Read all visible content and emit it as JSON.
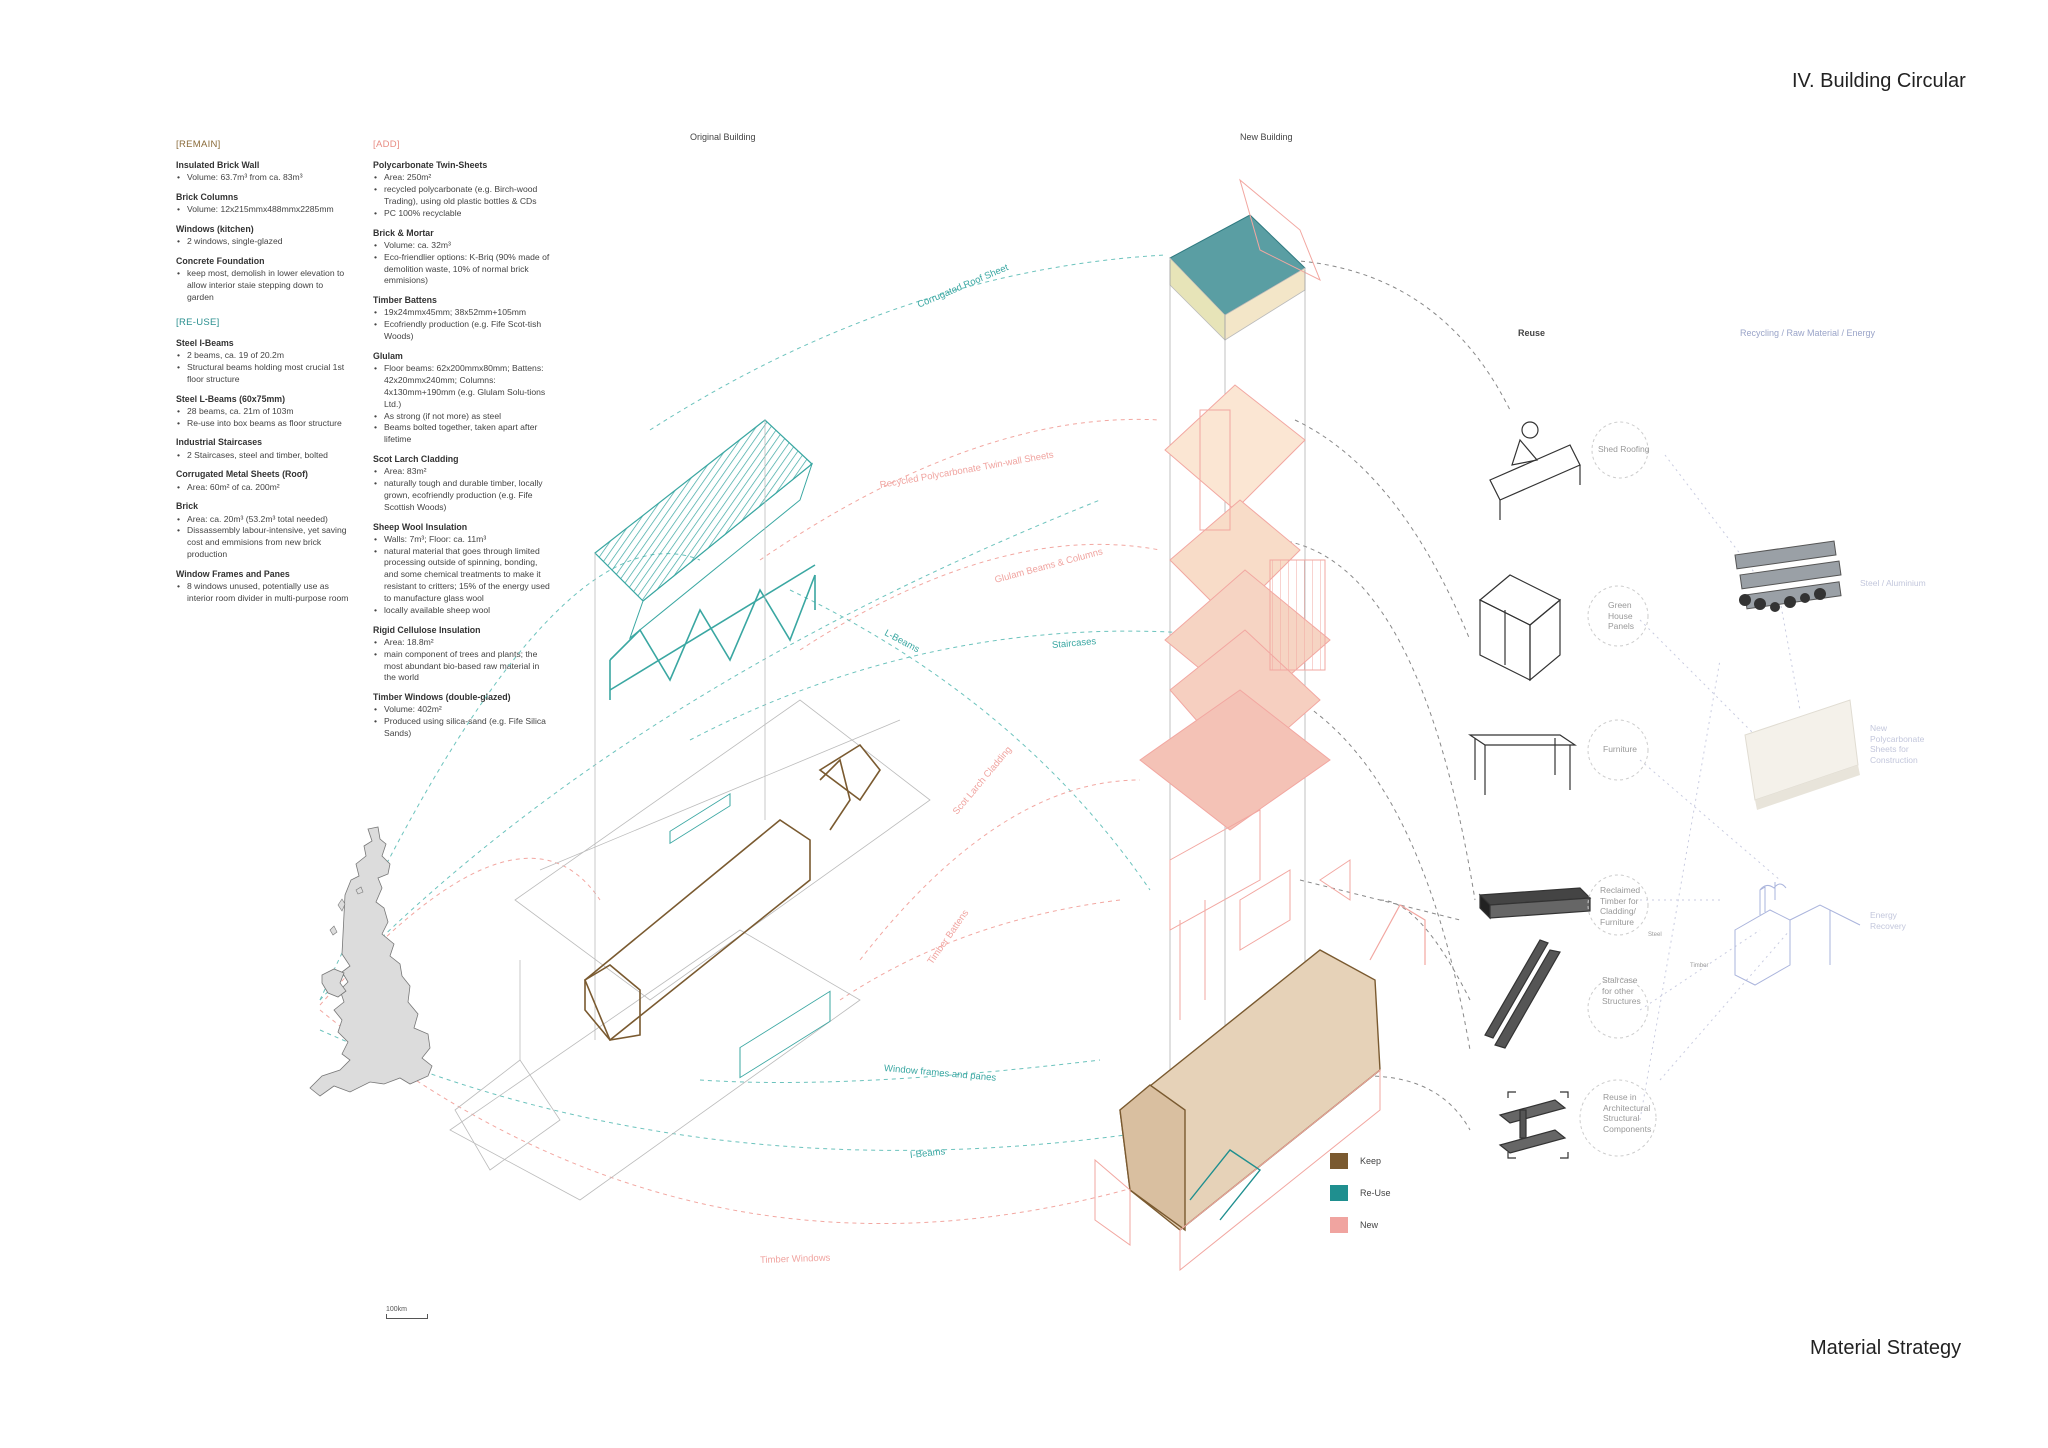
{
  "page": {
    "title": "IV. Building Circular",
    "subtitle": "Material Strategy"
  },
  "headers": {
    "original": "Original Building",
    "new": "New Building",
    "reuse": "Reuse",
    "recycling": "Recycling / Raw Material / Energy"
  },
  "remain": {
    "heading": "[REMAIN]",
    "items": [
      {
        "name": "Insulated Brick Wall",
        "bullets": [
          "Volume: 63.7m³ from ca. 83m³"
        ]
      },
      {
        "name": "Brick Columns",
        "bullets": [
          "Volume: 12x215mmx488mmx2285mm"
        ]
      },
      {
        "name": "Windows (kitchen)",
        "bullets": [
          "2 windows, single-glazed"
        ]
      },
      {
        "name": "Concrete Foundation",
        "bullets": [
          "keep most, demolish in lower elevation to allow interior staie stepping down to garden"
        ]
      }
    ]
  },
  "reuse": {
    "heading": "[RE-USE]",
    "items": [
      {
        "name": "Steel I-Beams",
        "bullets": [
          "2 beams, ca. 19 of 20.2m",
          "Structural beams holding most crucial 1st floor structure"
        ]
      },
      {
        "name": "Steel L-Beams (60x75mm)",
        "bullets": [
          "28 beams, ca. 21m of 103m",
          "Re-use into box beams as floor structure"
        ]
      },
      {
        "name": "Industrial Staircases",
        "bullets": [
          "2 Staircases, steel and timber, bolted"
        ]
      },
      {
        "name": "Corrugated Metal Sheets (Roof)",
        "bullets": [
          "Area: 60m² of ca. 200m²"
        ]
      },
      {
        "name": "Brick",
        "bullets": [
          "Area: ca. 20m³ (53.2m³ total needed)",
          "Dissassembly labour-intensive, yet saving cost and emmisions from new brick production"
        ]
      },
      {
        "name": "Window Frames and Panes",
        "bullets": [
          "8 windows unused, potentially use as interior room divider in multi-purpose room"
        ]
      }
    ]
  },
  "add": {
    "heading": "[ADD]",
    "items": [
      {
        "name": "Polycarbonate Twin-Sheets",
        "bullets": [
          "Area: 250m²",
          "recycled polycarbonate (e.g. Birch-wood Trading), using old plastic bottles & CDs",
          "PC 100% recyclable"
        ]
      },
      {
        "name": "Brick & Mortar",
        "bullets": [
          "Volume: ca. 32m³",
          "Eco-friendlier options: K-Briq (90% made of demolition waste, 10% of normal brick emmisions)"
        ]
      },
      {
        "name": "Timber Battens",
        "bullets": [
          "19x24mmx45mm; 38x52mm+105mm",
          "Ecofriendly production (e.g. Fife Scot-tish Woods)"
        ]
      },
      {
        "name": "Glulam",
        "bullets": [
          "Floor beams: 62x200mmx80mm; Battens: 42x20mmx240mm; Columns: 4x130mm+190mm (e.g. Glulam Solu-tions Ltd.)",
          "As strong (if not more) as steel",
          "Beams bolted together, taken apart after lifetime"
        ]
      },
      {
        "name": "Scot Larch Cladding",
        "bullets": [
          "Area: 83m²",
          "naturally tough and durable timber, locally grown, ecofriendly production (e.g. Fife Scottish Woods)"
        ]
      },
      {
        "name": "Sheep Wool Insulation",
        "bullets": [
          "Walls: 7m³; Floor: ca. 11m³",
          "natural material that goes through limited processing outside of spinning, bonding, and some chemical treatments to make it resistant to critters; 15% of the energy used to manufacture glass wool",
          "locally available sheep wool"
        ]
      },
      {
        "name": "Rigid Cellulose Insulation",
        "bullets": [
          "Area: 18.8m²",
          "main component of trees and plants; the most abundant bio-based raw material in the world"
        ]
      },
      {
        "name": "Timber Windows (double-glazed)",
        "bullets": [
          "Volume: 402m²",
          "Produced using silica-sand (e.g. Fife Silica Sands)"
        ]
      }
    ]
  },
  "flows": {
    "corrugated": "Corrugated Roof Sheet",
    "polycarbonate": "Recycled Polycarbonate Twin-wall Sheets",
    "glulam": "Glulam Beams & Columns",
    "lbeams": "L-Beams",
    "staircases": "Staircases",
    "larch": "Scot Larch Cladding",
    "battens": "Timber Battens",
    "windowframes": "Window frames and panes",
    "ibeams": "I-Beams",
    "timberwindows": "Timber Windows"
  },
  "reuse_items": {
    "shed": "Shed Roofing",
    "greenhouse": "Green House Panels",
    "furniture": "Furniture",
    "timber": "Reclaimed Timber for Cladding/ Furniture",
    "staircase": "Staircase for other Structures",
    "structural": "Reuse in Architectural Structural Components"
  },
  "recycle_items": {
    "steel": "Steel / Aluminium",
    "poly": "New Polycarbonate Sheets for Construction",
    "energy": "Energy Recovery",
    "steel_tag": "Steel",
    "timber_tag": "Timber"
  },
  "legend": [
    {
      "label": "Keep",
      "color": "#7a5a30"
    },
    {
      "label": "Re-Use",
      "color": "#1f8f8f"
    },
    {
      "label": "New",
      "color": "#f0a4a0"
    }
  ],
  "scale_label": "100km"
}
